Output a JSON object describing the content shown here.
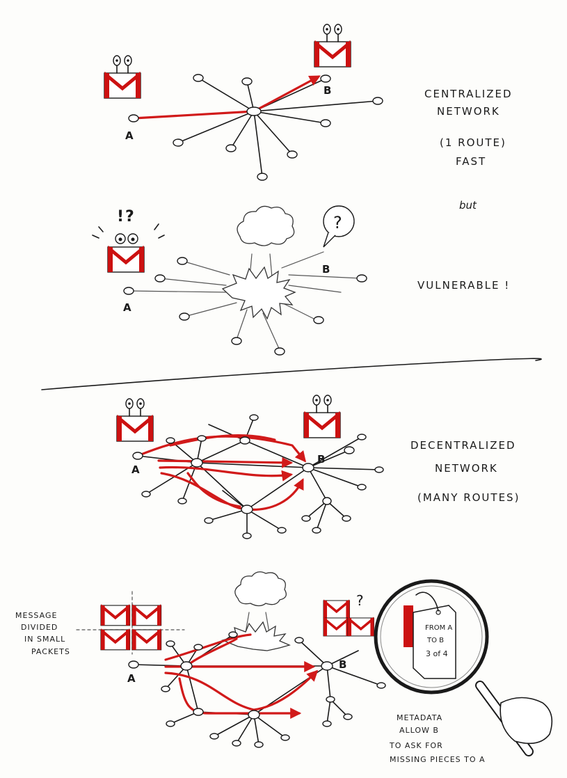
{
  "labels": {
    "node_a": "A",
    "node_b": "B"
  },
  "panel1": {
    "caption_line1": "CENTRALIZED",
    "caption_line2": "NETWORK",
    "caption_line3": "(1 ROUTE)",
    "caption_line4": "FAST"
  },
  "panel2": {
    "but": "but",
    "vulnerable": "VULNERABLE !",
    "exclaim": "!?",
    "question": "?"
  },
  "panel3": {
    "caption_line1": "DECENTRALIZED",
    "caption_line2": "NETWORK",
    "caption_line3": "(MANY ROUTES)"
  },
  "panel4": {
    "message_line1": "MESSAGE",
    "message_line2": "DIVIDED",
    "message_line3": "IN SMALL",
    "message_line4": "PACKETS",
    "question": "?",
    "tag_line1": "FROM A",
    "tag_line2": "TO B",
    "tag_line3": "3 of 4",
    "meta_line1": "METADATA",
    "meta_line2": "ALLOW B",
    "meta_line3": "TO ASK FOR",
    "meta_line4": "MISSING PIECES TO A"
  },
  "colors": {
    "route": "#d11a1a",
    "envelope": "#cc1111",
    "ink": "#1a1a1a"
  }
}
